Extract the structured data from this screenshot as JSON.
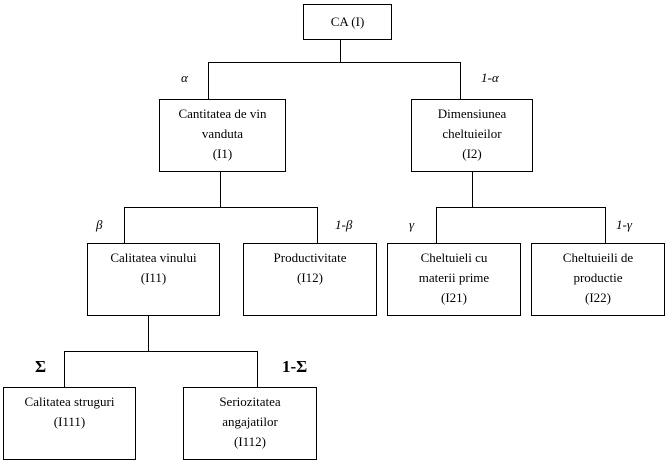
{
  "nodes": {
    "root": {
      "lines": [
        "CA (I)"
      ]
    },
    "i1": {
      "lines": [
        "Cantitatea de vin",
        "vanduta",
        "(I1)"
      ]
    },
    "i2": {
      "lines": [
        "Dimensiunea",
        "cheltuieilor",
        "(I2)"
      ]
    },
    "i11": {
      "lines": [
        "Calitatea vinului",
        "(I11)"
      ]
    },
    "i12": {
      "lines": [
        "Productivitate",
        "(I12)"
      ]
    },
    "i21": {
      "lines": [
        "Cheltuieli cu",
        "materii prime",
        "(I21)"
      ]
    },
    "i22": {
      "lines": [
        "Cheltuieili de",
        "productie",
        "(I22)"
      ]
    },
    "i111": {
      "lines": [
        "Calitatea struguri",
        "(I111)"
      ]
    },
    "i112": {
      "lines": [
        "Seriozitatea",
        "angajatilor",
        "(I112)"
      ]
    }
  },
  "weights": {
    "alpha": "α",
    "one_minus_alpha": "1-α",
    "beta": "β",
    "one_minus_beta": "1-β",
    "gamma": "γ",
    "one_minus_gamma": "1-γ",
    "sigma": "Σ",
    "one_minus_sigma": "1-Σ"
  }
}
